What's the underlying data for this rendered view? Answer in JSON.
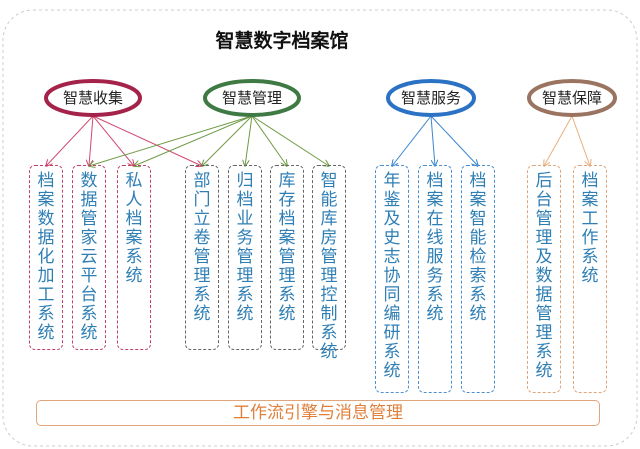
{
  "title": "智慧数字档案馆",
  "categories": [
    {
      "label": "智慧收集",
      "color": "#a3234a"
    },
    {
      "label": "智慧管理",
      "color": "#3f7a45"
    },
    {
      "label": "智慧服务",
      "color": "#2b72c4"
    },
    {
      "label": "智慧保障",
      "color": "#9a7461"
    }
  ],
  "systems": [
    {
      "label": "档案数据化加工系统",
      "border": "#c0406a"
    },
    {
      "label": "数据管家云平台系统",
      "border": "#c0406a"
    },
    {
      "label": "私人档案系统",
      "border": "#c0406a"
    },
    {
      "label": "部门立卷管理系统",
      "border": "#666666"
    },
    {
      "label": "归档业务管理系统",
      "border": "#666666"
    },
    {
      "label": "库存档案管理系统",
      "border": "#666666"
    },
    {
      "label": "智能库房管理控制系统",
      "border": "#666666"
    },
    {
      "label": "年鉴及史志协同编研系统",
      "border": "#4a8fd0"
    },
    {
      "label": "档案在线服务系统",
      "border": "#4a8fd0"
    },
    {
      "label": "档案智能检索系统",
      "border": "#4a8fd0"
    },
    {
      "label": "后台管理及数据管理系统",
      "border": "#e0a57a"
    },
    {
      "label": "档案工作系统",
      "border": "#e0a57a"
    }
  ],
  "footer": "工作流引擎与消息管理"
}
